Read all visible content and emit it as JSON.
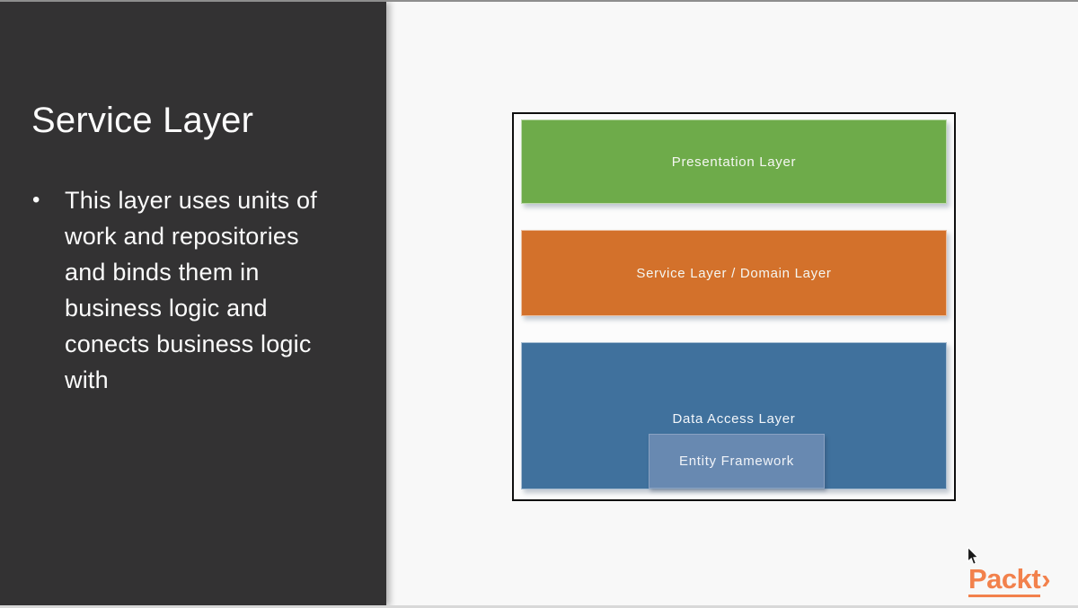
{
  "slide": {
    "title": "Service Layer",
    "bullet_char": "•",
    "bullet_lines": [
      "This layer uses units of",
      "work and repositories",
      "and binds them in",
      "business logic and",
      "conects business logic",
      "with"
    ]
  },
  "diagram": {
    "layers": {
      "presentation": {
        "label": "Presentation Layer",
        "color": "#6EAB4A"
      },
      "service": {
        "label": "Service Layer / Domain Layer",
        "color": "#D3712B"
      },
      "data_access": {
        "label": "Data Access Layer",
        "color": "#40719D"
      },
      "entity": {
        "label": "Entity Framework",
        "color": "#6889B1"
      }
    }
  },
  "branding": {
    "logo_text": "Packt",
    "logo_chevron": "›",
    "logo_color": "#F2814C"
  },
  "colors": {
    "left_panel_bg": "#333233",
    "right_panel_bg": "#F8F8F8",
    "diagram_border": "#0F0F0F",
    "text_light": "#FBFBFB"
  }
}
